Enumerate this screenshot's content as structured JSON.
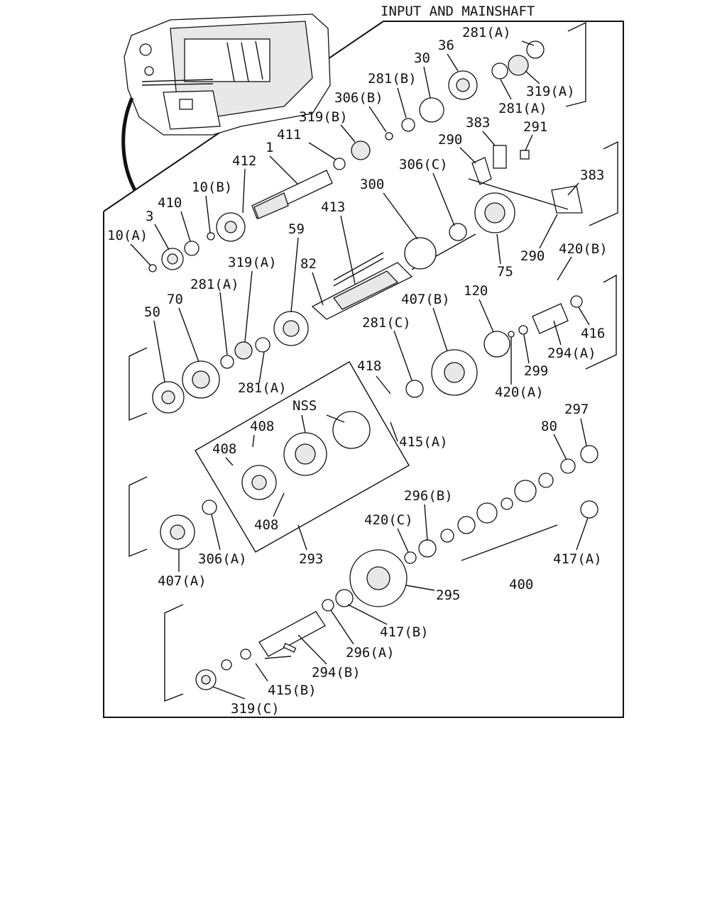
{
  "diagram": {
    "title": "INPUT AND MAINSHAFT",
    "labels": [
      "281(A)",
      "36",
      "30",
      "319(A)",
      "281(A)",
      "281(B)",
      "306(B)",
      "319(B)",
      "383",
      "291",
      "290",
      "411",
      "1",
      "412",
      "306(C)",
      "383",
      "300",
      "410",
      "10(B)",
      "3",
      "413",
      "10(A)",
      "59",
      "290",
      "420(B)",
      "319(A)",
      "82",
      "75",
      "281(A)",
      "70",
      "50",
      "407(B)",
      "120",
      "281(C)",
      "416",
      "294(A)",
      "299",
      "281(A)",
      "420(A)",
      "418",
      "NSS",
      "297",
      "408",
      "80",
      "415(A)",
      "408",
      "296(B)",
      "420(C)",
      "408",
      "306(A)",
      "293",
      "417(A)",
      "295",
      "400",
      "407(A)",
      "417(B)",
      "296(A)",
      "294(B)",
      "415(B)",
      "319(C)"
    ]
  }
}
